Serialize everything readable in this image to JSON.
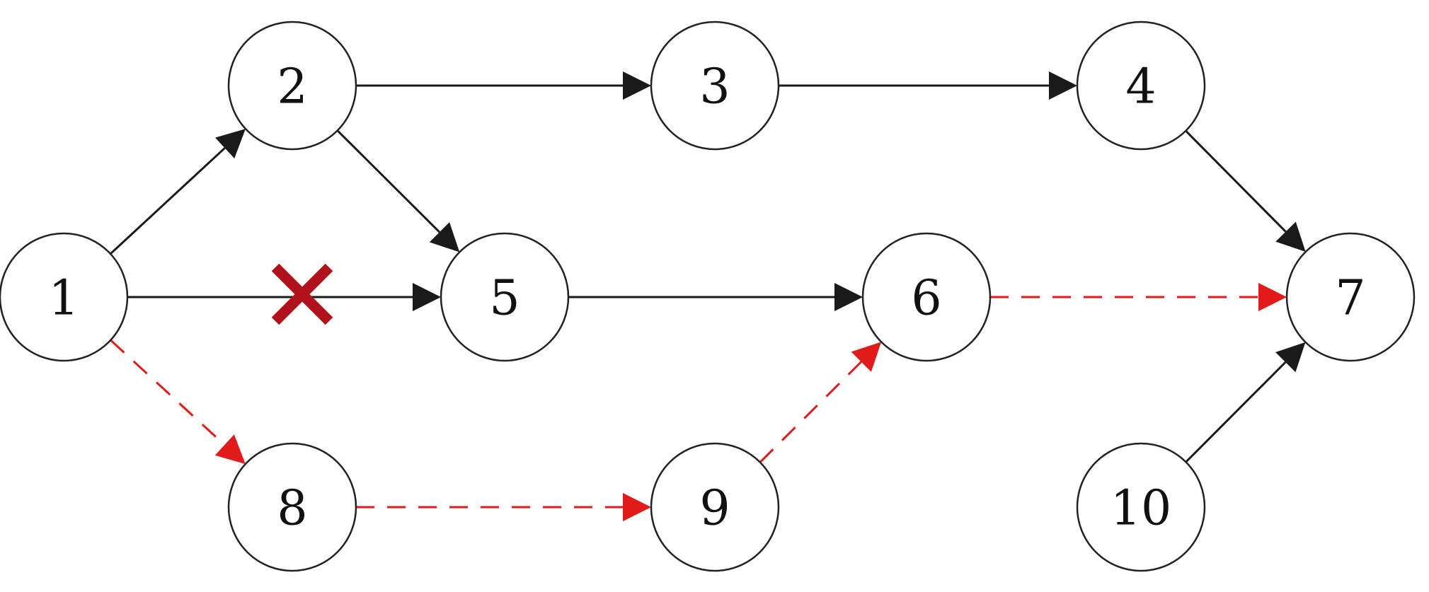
{
  "colors": {
    "normal_edge": "#1a1a1a",
    "path_edge": "#e11a1a",
    "node_stroke": "#222222",
    "node_fill": "#ffffff",
    "target_fill": "#f20000",
    "cross_mark": "#b0121b"
  },
  "nodes": [
    {
      "id": "1",
      "label": "1",
      "highlight": false
    },
    {
      "id": "2",
      "label": "2",
      "highlight": false
    },
    {
      "id": "3",
      "label": "3",
      "highlight": false
    },
    {
      "id": "4",
      "label": "4",
      "highlight": false
    },
    {
      "id": "5",
      "label": "5",
      "highlight": false
    },
    {
      "id": "6",
      "label": "6",
      "highlight": false
    },
    {
      "id": "7",
      "label": "7",
      "highlight": true
    },
    {
      "id": "8",
      "label": "8",
      "highlight": false
    },
    {
      "id": "9",
      "label": "9",
      "highlight": false
    },
    {
      "id": "10",
      "label": "10",
      "highlight": false
    }
  ],
  "edges": [
    {
      "from": "1",
      "to": "2",
      "style": "normal"
    },
    {
      "from": "2",
      "to": "3",
      "style": "normal"
    },
    {
      "from": "3",
      "to": "4",
      "style": "normal"
    },
    {
      "from": "4",
      "to": "7",
      "style": "normal"
    },
    {
      "from": "2",
      "to": "5",
      "style": "normal"
    },
    {
      "from": "1",
      "to": "5",
      "style": "normal",
      "blocked": true
    },
    {
      "from": "5",
      "to": "6",
      "style": "normal"
    },
    {
      "from": "6",
      "to": "7",
      "style": "path"
    },
    {
      "from": "1",
      "to": "8",
      "style": "path"
    },
    {
      "from": "8",
      "to": "9",
      "style": "path"
    },
    {
      "from": "9",
      "to": "6",
      "style": "path"
    },
    {
      "from": "10",
      "to": "7",
      "style": "normal"
    }
  ]
}
